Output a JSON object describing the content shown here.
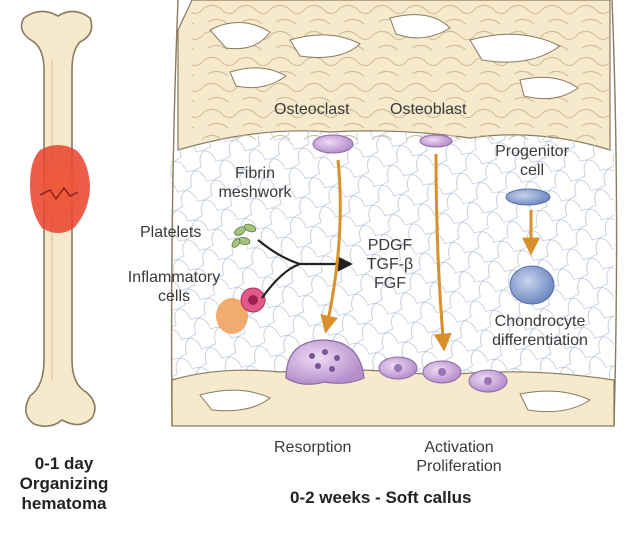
{
  "labels": {
    "osteoclast": "Osteoclast",
    "osteoblast": "Osteoblast",
    "fibrin_line1": "Fibrin",
    "fibrin_line2": "meshwork",
    "progenitor_line1": "Progenitor",
    "progenitor_line2": "cell",
    "platelets": "Platelets",
    "inflammatory_line1": "Inflammatory",
    "inflammatory_line2": "cells",
    "pdgf": "PDGF",
    "tgf": "TGF-β",
    "fgf": "FGF",
    "chondrocyte_line1": "Chondrocyte",
    "chondrocyte_line2": "differentiation",
    "resorption": "Resorption",
    "activation": "Activation",
    "proliferation": "Proliferation"
  },
  "captions": {
    "left_line1": "0-1 day",
    "left_line2": "Organizing",
    "left_line3": "hematoma",
    "right": "0-2 weeks - Soft callus"
  },
  "colors": {
    "bone_fill": "#f6e9cc",
    "bone_stroke": "#8a7a60",
    "hematoma": "#e8412c",
    "mesh": "#b7c4d6",
    "arrow_orange": "#d9902a",
    "cell_purple": "#c5a3d8",
    "progenitor_blue": "#8aa1cf"
  }
}
